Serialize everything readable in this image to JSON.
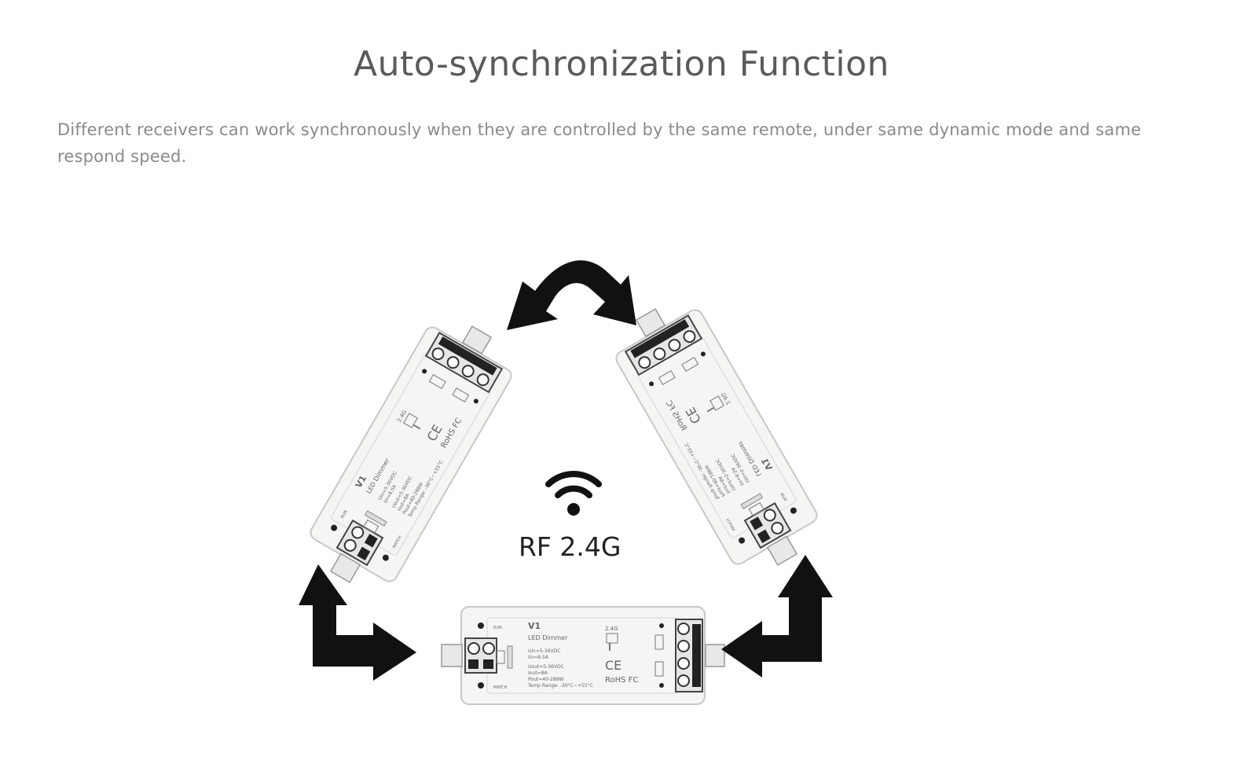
{
  "title": "Auto-synchronization Function",
  "description": "Different receivers can work synchronously when they are controlled by the same remote, under same dynamic mode and same respond speed.",
  "signal": {
    "label": "RF 2.4G",
    "icon": "wifi-icon"
  },
  "controller": {
    "model": "V1",
    "name": "LED Dimmer",
    "input_spec": "Uin=5-36VDC",
    "input_current": "Iin=8.5A",
    "output_spec": "Uout=5-36VDC",
    "output_current": "Iout=8A",
    "power": "Pout=40-288W",
    "temp_range": "Temp Range: -30°C~+55°C",
    "run_label": "RUN",
    "match_label": "MATCH",
    "band": "2.4G",
    "certifications": "CE",
    "rohs": "RoHS FC"
  },
  "colors": {
    "arrow": "#111111",
    "device_body": "#f4f4f2",
    "title": "#5a5a5a",
    "description": "#8a8a8a"
  }
}
